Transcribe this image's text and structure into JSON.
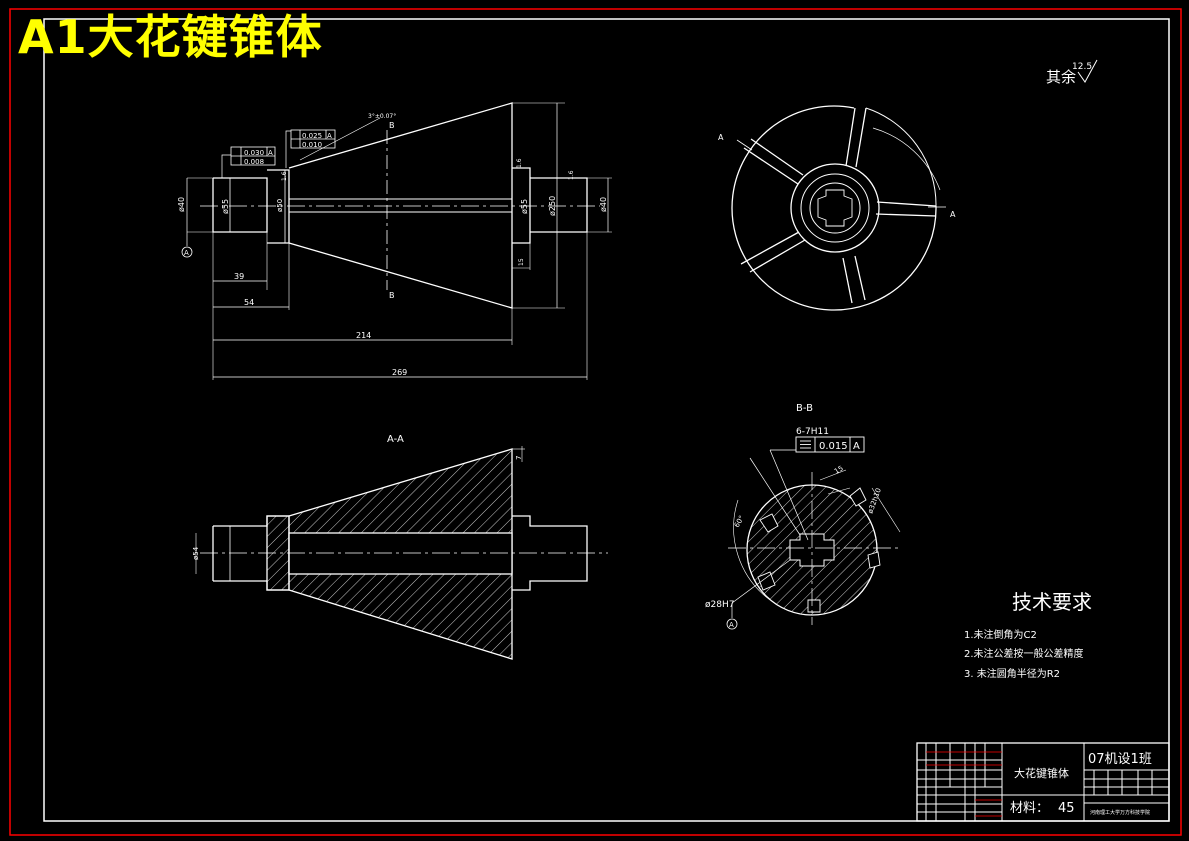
{
  "sheet_title": "A1大花键锥体",
  "roughness_note": {
    "label": "其余",
    "value": "12.5"
  },
  "front_view": {
    "dims": {
      "d40_left": "ø40",
      "d55_left": "ø55",
      "d50": "ø50",
      "d55_right": "ø55",
      "d250": "ø250",
      "d40_right": "ø40",
      "len_39": "39",
      "len_54": "54",
      "len_214": "214",
      "len_269": "269",
      "len_15": "15"
    },
    "tolerances": {
      "runout_1": "0.030",
      "datum_1": "A",
      "cyl_1": "0.008",
      "runout_2": "0.025",
      "datum_2": "A",
      "cyl_2": "0.010",
      "angle": "3°±0.07°"
    },
    "section_mark": "B",
    "roughness": [
      "1.6",
      "1.6",
      "1.6"
    ],
    "datum_label": "A"
  },
  "side_view": {
    "section_mark": "A"
  },
  "section_aa": {
    "label": "A-A",
    "dim_d54": "ø54",
    "dim_7": "7"
  },
  "section_bb": {
    "label": "B-B",
    "spline_note": "6-7H11",
    "sym_value": "0.015",
    "sym_datum": "A",
    "dim_15": "15",
    "dim_d32": "ø32h10",
    "dim_angle": "60°",
    "dim_bore": "ø28H7",
    "datum_label": "A"
  },
  "tech_requirements": {
    "heading": "技术要求",
    "items": [
      "1.未注倒角为C2",
      "2.未注公差按一般公差精度",
      "3. 未注圆角半径为R2"
    ]
  },
  "title_block": {
    "part_name": "大花键锥体",
    "class_name": "07机设1班",
    "material_label": "材料：",
    "material": "45",
    "school": "河南理工大学万方科技学院"
  },
  "colors": {
    "background": "#000000",
    "linework": "#ffffff",
    "border": "#ff0000",
    "title": "#ffff00"
  }
}
